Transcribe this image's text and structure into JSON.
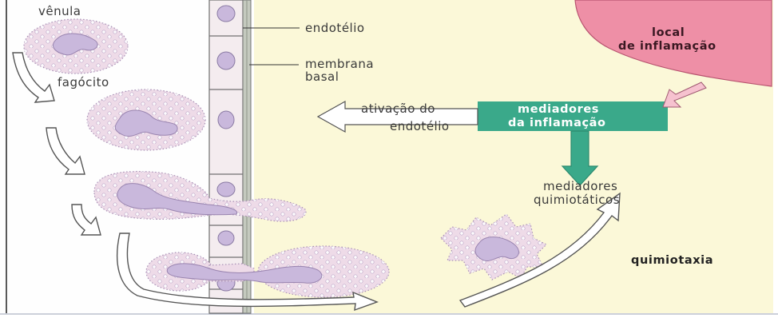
{
  "labels": {
    "venula": "vênula",
    "fagocito": "fagócito",
    "endotelio": "endotélio",
    "membrana_line1": "membrana",
    "membrana_line2": "basal",
    "local_line1": "local",
    "local_line2": "de inflamação",
    "mediadores_inflam_line1": "mediadores",
    "mediadores_inflam_line2": "da inflamação",
    "ativacao_line1": "ativação do",
    "ativacao_line2": "endotélio",
    "quimio_line1": "mediadores",
    "quimio_line2": "quimiotáticos",
    "quimiotaxia": "quimiotaxia"
  },
  "colors": {
    "tissue": "#fbf8d8",
    "vessel_cell": "#f4ecef",
    "nucleus": "#c9b8dc",
    "cytoplasm": "#eedbe8",
    "inflammation_site": "#ee8fa6",
    "mediator_box": "#3aa98a",
    "arrow_fill": "#ffffff"
  }
}
